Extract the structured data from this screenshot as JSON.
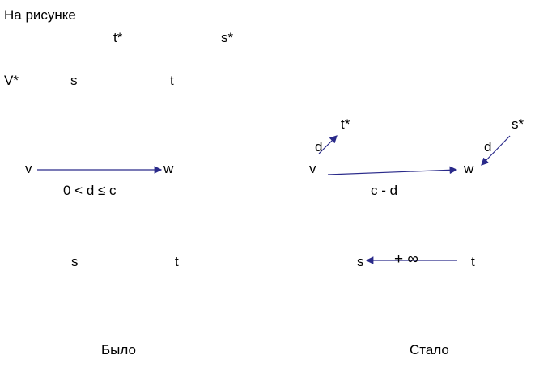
{
  "header": {
    "title": "На рисунке"
  },
  "top_row": {
    "t_star": "t*",
    "s_star": "s*"
  },
  "second_row": {
    "v_star": "V*",
    "s": "s",
    "t": "t"
  },
  "before": {
    "v": "v",
    "w": "w",
    "edge_label": "0 < d ≤ c",
    "s": "s",
    "t": "t",
    "caption": "Было"
  },
  "after": {
    "t_star": "t*",
    "s_star": "s*",
    "d_left": "d",
    "d_right": "d",
    "v": "v",
    "w": "w",
    "edge_label": "c - d",
    "s": "s",
    "t": "t",
    "inf_label": "+ ∞",
    "caption": "Стало"
  },
  "colors": {
    "arrow": "#2a2a8a",
    "text": "#000000"
  }
}
